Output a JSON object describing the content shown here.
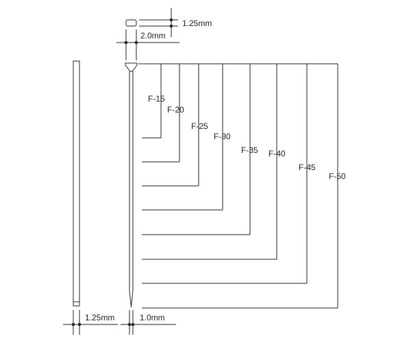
{
  "colors": {
    "line": "#222222",
    "background": "#ffffff"
  },
  "dimensions": {
    "head_thickness": "1.25mm",
    "head_width": "2.0mm",
    "strip_thickness": "1.25mm",
    "shank_width": "1.0mm"
  },
  "sizes": [
    {
      "label": "F-15"
    },
    {
      "label": "F-20"
    },
    {
      "label": "F-25"
    },
    {
      "label": "F-30"
    },
    {
      "label": "F-35"
    },
    {
      "label": "F-40"
    },
    {
      "label": "F-45"
    },
    {
      "label": "F-50"
    }
  ]
}
